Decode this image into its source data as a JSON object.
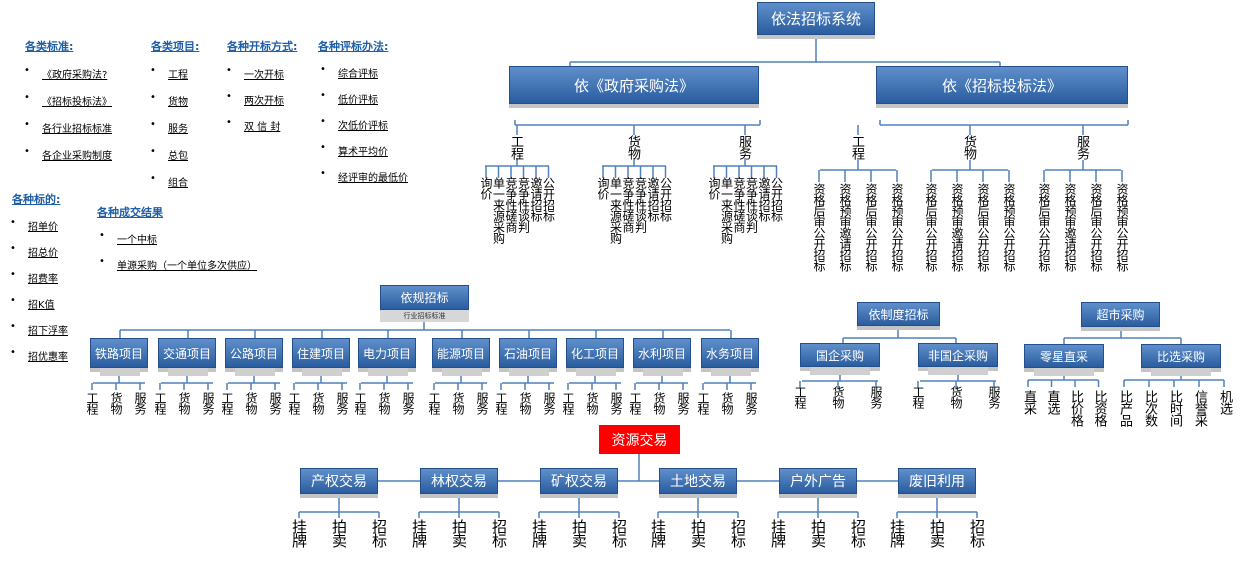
{
  "left_panel": {
    "cat_standards": {
      "title": "各类标准:",
      "items": [
        "《政府采购法?",
        "《招标投标法》",
        "各行业招标标准",
        "各企业采购制度"
      ]
    },
    "cat_projects": {
      "title": "各类项目:",
      "items": [
        "工程",
        "货物",
        "服务",
        "总包",
        "组合"
      ]
    },
    "opening_methods": {
      "title": "各种开标方式:",
      "items": [
        "一次开标",
        "两次开标",
        "双 信 封"
      ]
    },
    "eval_methods": {
      "title": "各种评标办法:",
      "items": [
        "综合评标",
        "低价评标",
        "次低价评标",
        "算术平均价",
        "经评审的最低价"
      ]
    },
    "bid_types": {
      "title": "各种标的:",
      "items": [
        "招单价",
        "招总价",
        "招费率",
        "招K值",
        "招下浮率",
        "招优惠率"
      ]
    },
    "deal_results": {
      "title": "各种成交结果",
      "items": [
        "一个中标",
        "单源采购（一个单位多次供应）"
      ]
    }
  },
  "top_tree": {
    "root": "依法招标系统",
    "gov": {
      "label": "依《政府采购法》",
      "groups": [
        {
          "label": "工程",
          "leaves": [
            "询价",
            "单一来源采购",
            "竞争性磋商",
            "竞争性谈判",
            "邀请招标",
            "公开招标"
          ]
        },
        {
          "label": "货物",
          "leaves": [
            "询价",
            "单一来源采购",
            "竞争性磋商",
            "竞争性谈判",
            "邀请招标",
            "公开招标"
          ]
        },
        {
          "label": "服务",
          "leaves": [
            "询价",
            "单一来源采购",
            "竞争性磋商",
            "竞争性谈判",
            "邀请招标",
            "公开招标"
          ]
        }
      ]
    },
    "bid": {
      "label": "依《招标投标法》",
      "groups": [
        {
          "label": "工程",
          "leaves": [
            "资格后审公开招标",
            "资格预审邀请招标",
            "资格后审公开招标",
            "资格预审公开招标"
          ]
        },
        {
          "label": "货物",
          "leaves": [
            "资格后审公开招标",
            "资格预审邀请招标",
            "资格后审公开招标",
            "资格预审公开招标"
          ]
        },
        {
          "label": "服务",
          "leaves": [
            "资格后审公开招标",
            "资格预审邀请招标",
            "资格后审公开招标",
            "资格预审公开招标"
          ]
        }
      ]
    }
  },
  "regulation": {
    "label": "依规招标",
    "sub_label": "行业招标标准",
    "items": [
      "铁路项目",
      "交通项目",
      "公路项目",
      "住建项目",
      "电力项目",
      "能源项目",
      "石油项目",
      "化工项目",
      "水利项目",
      "水务项目"
    ],
    "leaves": [
      "工程",
      "货物",
      "服务"
    ]
  },
  "system": {
    "label": "依制度招标",
    "items": [
      {
        "label": "国企采购",
        "leaves": [
          "工程",
          "货物",
          "服务"
        ]
      },
      {
        "label": "非国企采购",
        "leaves": [
          "工程",
          "货物",
          "服务"
        ]
      }
    ]
  },
  "supermarket": {
    "label": "超市采购",
    "items": [
      {
        "label": "零星直采",
        "leaves": [
          "直采",
          "直选",
          "比价格",
          "比资格"
        ]
      },
      {
        "label": "比选采购",
        "leaves": [
          "比产品",
          "比次数",
          "比时间",
          "信誉采",
          "机选"
        ]
      }
    ]
  },
  "resource": {
    "label": "资源交易",
    "items": [
      "产权交易",
      "林权交易",
      "矿权交易",
      "土地交易",
      "户外广告",
      "废旧利用"
    ],
    "leaves": [
      "挂牌",
      "拍卖",
      "招标"
    ]
  }
}
